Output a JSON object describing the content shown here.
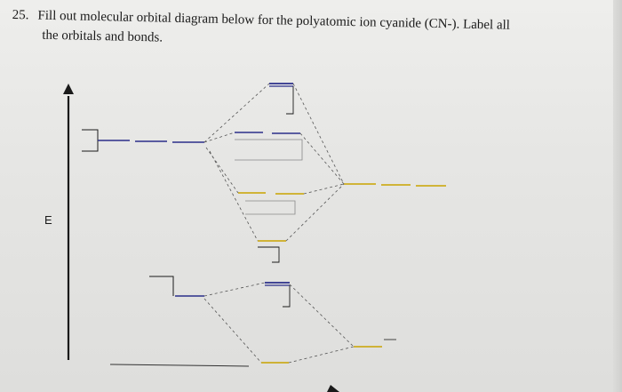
{
  "question": {
    "number": "25.",
    "line1": "Fill out molecular orbital diagram below for the polyatomic ion cyanide (CN-). Label all",
    "line2": "the orbitals and bonds."
  },
  "axis": {
    "label": "E"
  },
  "colors": {
    "ink": "#1a1a1a",
    "carbon_levels": "#2b2f8a",
    "nitrogen_levels": "#c9a300",
    "dashed_guides": "#555555",
    "paper": "#e6e6e4"
  }
}
